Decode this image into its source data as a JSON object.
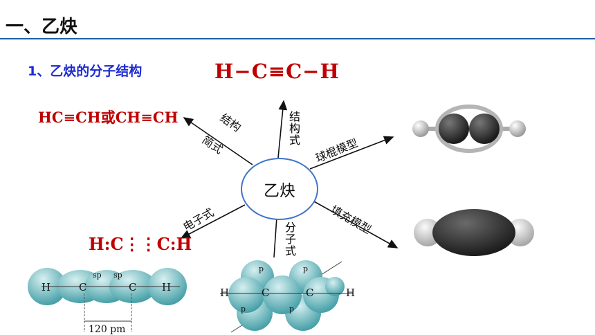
{
  "title": "一、乙炔",
  "subtitle": "1、乙炔的分子结构",
  "formula": "H−C≡C−H",
  "center": "乙炔",
  "simplified_formula": "HC≡CH或CH≡CH",
  "electron_formula": "H:C⋮⋮C:H",
  "branches": {
    "structure_simple_line1": "结构",
    "structure_simple_line2": "简式",
    "structural": "结构式",
    "ball_stick": "球棍模型",
    "space_filling": "填充模型",
    "electron": "电子式",
    "molecular": "分子式"
  },
  "orbital_left": {
    "h_left": "H",
    "c1": "C",
    "sp1": "sp",
    "sp2": "sp",
    "c2": "C",
    "h_right": "H",
    "length": "120 pm"
  },
  "orbital_right": {
    "h_left": "H",
    "c1": "C",
    "c2": "C",
    "h_right": "H",
    "p_top1": "p",
    "p_top2": "p",
    "p_bottom1": "p",
    "p_bottom2": "p"
  },
  "colors": {
    "accent_blue": "#1d2bd1",
    "formula_red": "#c00000",
    "orbital_teal": "#5fb3b9",
    "line_blue": "#1f5fa8"
  }
}
